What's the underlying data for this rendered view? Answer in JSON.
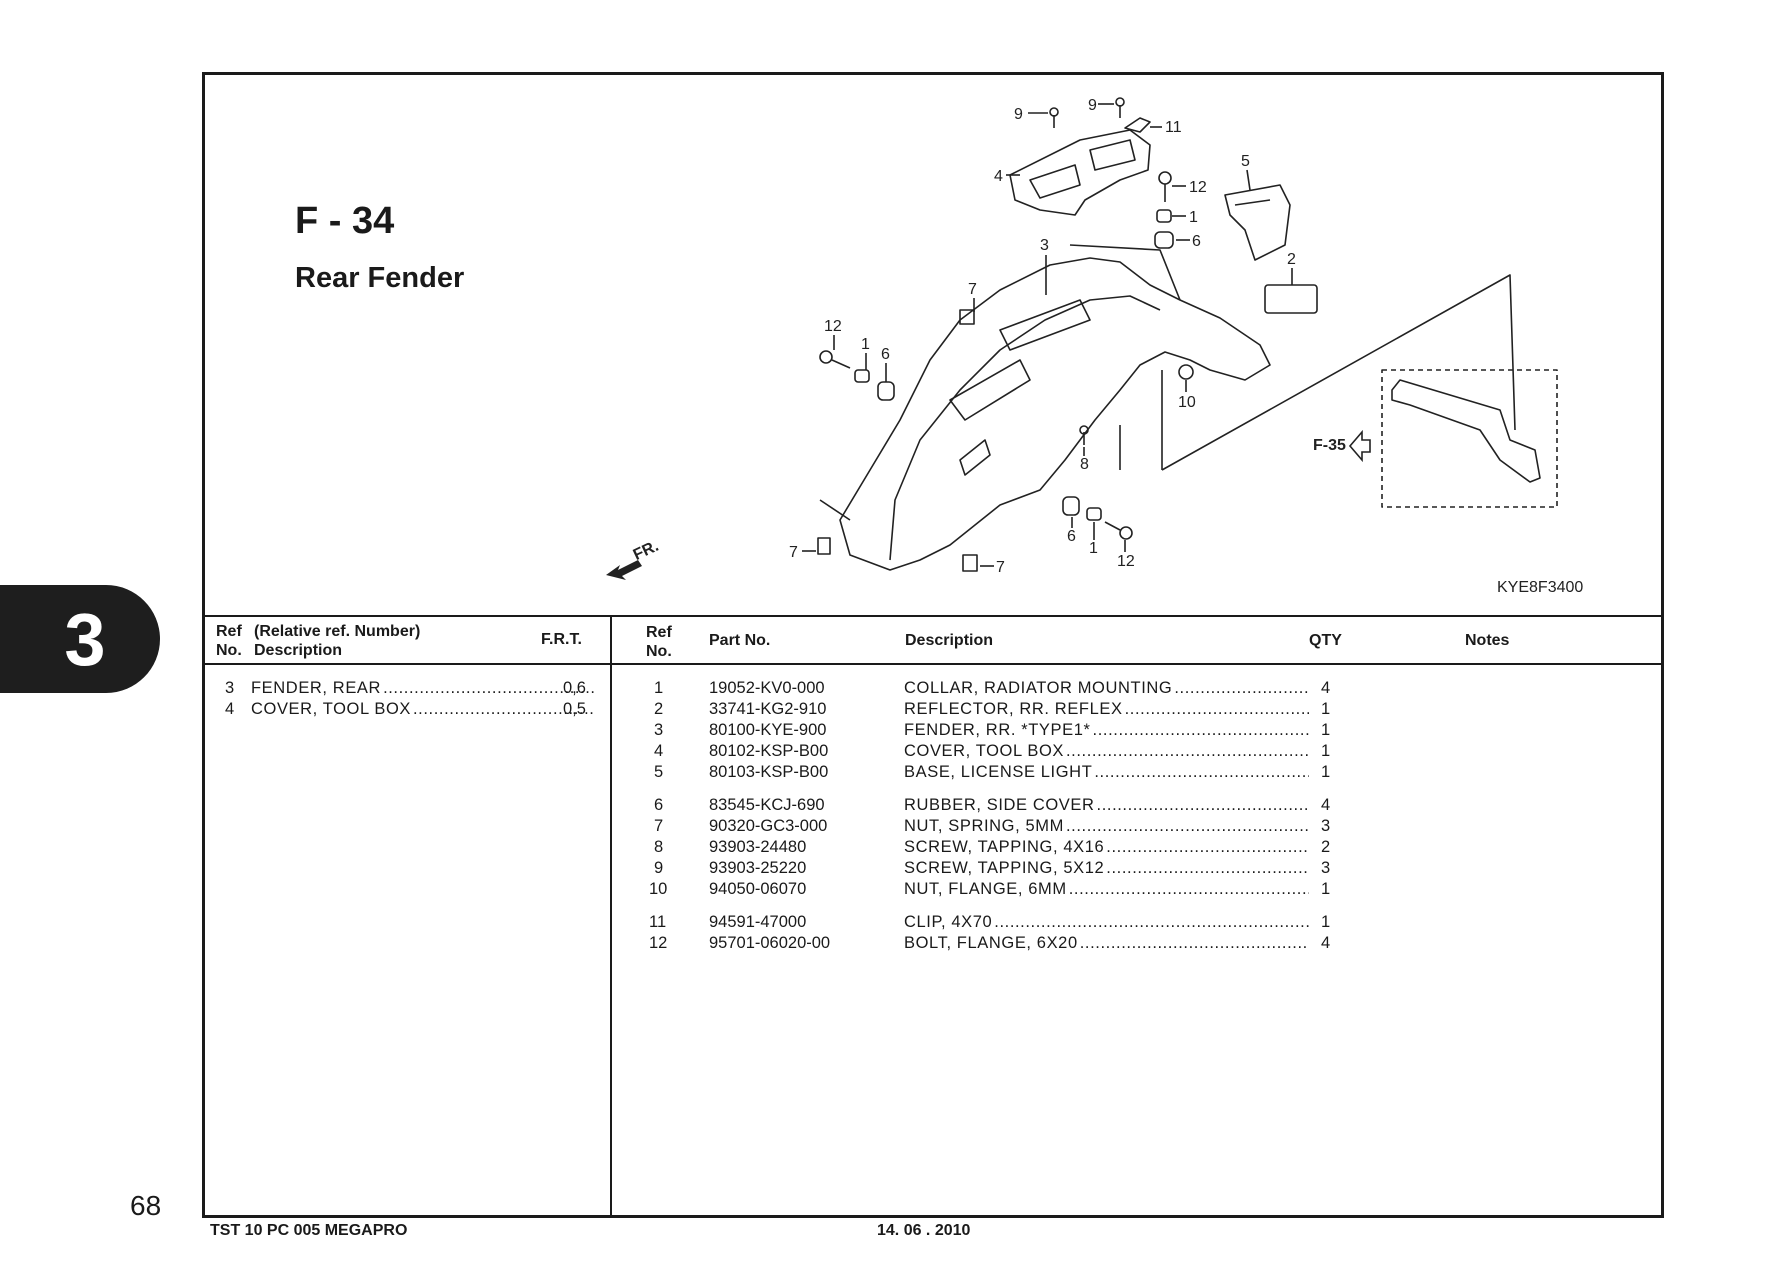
{
  "page": {
    "chapter": "3",
    "page_number": "68",
    "figure_code": "F - 34",
    "figure_title": "Rear Fender",
    "diagram_code": "KYE8F3400",
    "cross_ref": "F-35",
    "front_label": "FR.",
    "footer_model": "TST 10 PC 005 MEGAPRO",
    "footer_date": "14. 06 . 2010"
  },
  "callouts": [
    "9",
    "9",
    "11",
    "4",
    "5",
    "12",
    "1",
    "6",
    "3",
    "2",
    "7",
    "12",
    "1",
    "6",
    "10",
    "8",
    "6",
    "1",
    "12",
    "7",
    "7"
  ],
  "left_table": {
    "header": {
      "ref_top": "Ref",
      "ref_bottom": "No.",
      "relative": "(Relative ref. Number)",
      "description": "Description",
      "frt": "F.R.T."
    },
    "rows": [
      {
        "ref": "3",
        "description": "FENDER, REAR",
        "frt": "0,6"
      },
      {
        "ref": "4",
        "description": "COVER, TOOL BOX",
        "frt": "0,5"
      }
    ]
  },
  "right_table": {
    "header": {
      "ref_top": "Ref",
      "ref_bottom": "No.",
      "part_no": "Part No.",
      "description": "Description",
      "qty": "QTY",
      "notes": "Notes"
    },
    "rows": [
      {
        "ref": "1",
        "part_no": "19052-KV0-000",
        "description": "COLLAR, RADIATOR MOUNTING",
        "qty": "4"
      },
      {
        "ref": "2",
        "part_no": "33741-KG2-910",
        "description": "REFLECTOR, RR. REFLEX",
        "qty": "1"
      },
      {
        "ref": "3",
        "part_no": "80100-KYE-900",
        "description": "FENDER, RR. *TYPE1*",
        "qty": "1"
      },
      {
        "ref": "4",
        "part_no": "80102-KSP-B00",
        "description": "COVER, TOOL BOX",
        "qty": "1"
      },
      {
        "ref": "5",
        "part_no": "80103-KSP-B00",
        "description": "BASE, LICENSE LIGHT",
        "qty": "1"
      },
      {
        "ref": "6",
        "part_no": "83545-KCJ-690",
        "description": "RUBBER, SIDE COVER",
        "qty": "4"
      },
      {
        "ref": "7",
        "part_no": "90320-GC3-000",
        "description": "NUT, SPRING, 5MM",
        "qty": "3"
      },
      {
        "ref": "8",
        "part_no": "93903-24480",
        "description": "SCREW, TAPPING, 4X16",
        "qty": "2"
      },
      {
        "ref": "9",
        "part_no": "93903-25220",
        "description": "SCREW, TAPPING, 5X12",
        "qty": "3"
      },
      {
        "ref": "10",
        "part_no": "94050-06070",
        "description": "NUT, FLANGE, 6MM",
        "qty": "1"
      },
      {
        "ref": "11",
        "part_no": "94591-47000",
        "description": "CLIP, 4X70",
        "qty": "1"
      },
      {
        "ref": "12",
        "part_no": "95701-06020-00",
        "description": "BOLT, FLANGE, 6X20",
        "qty": "4"
      }
    ]
  }
}
